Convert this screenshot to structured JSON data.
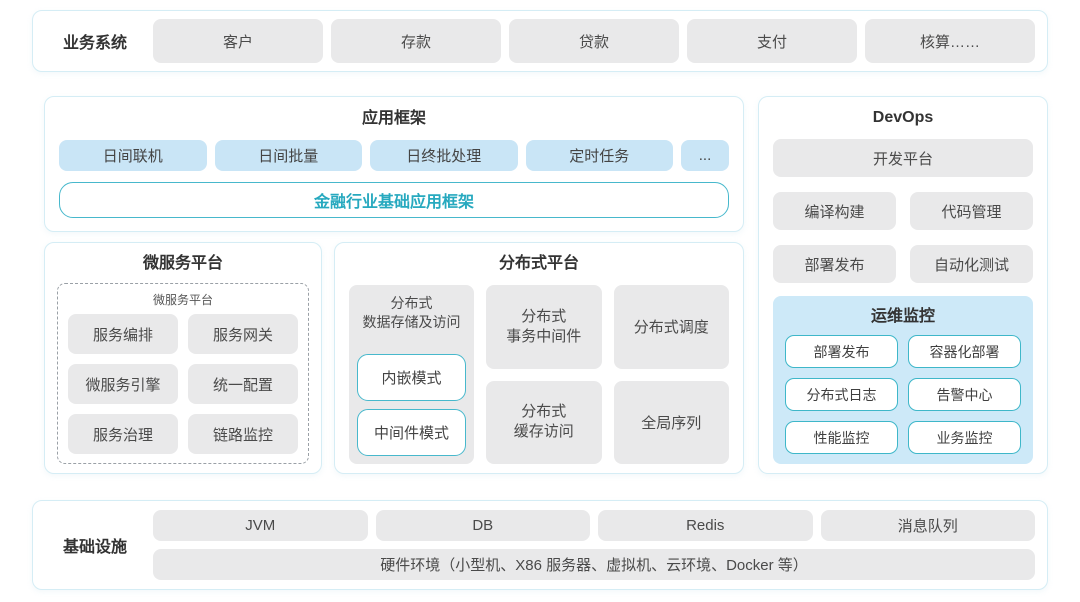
{
  "colors": {
    "panel_border": "#d5edf5",
    "gray_block": "#e9e9ea",
    "blue_block": "#c9e5f6",
    "teal_border": "#47b8cc",
    "teal_text": "#27a9bf",
    "monitor_bg": "#cde9f8",
    "title_text": "#333333",
    "block_text": "#4a4a4a"
  },
  "business": {
    "label": "业务系统",
    "items": [
      "客户",
      "存款",
      "贷款",
      "支付",
      "核算……"
    ]
  },
  "app_framework": {
    "title": "应用框架",
    "items": [
      "日间联机",
      "日间批量",
      "日终批处理",
      "定时任务",
      "..."
    ],
    "base": "金融行业基础应用框架"
  },
  "microservice": {
    "title": "微服务平台",
    "inner_title": "微服务平台",
    "items": [
      "服务编排",
      "服务网关",
      "微服务引擎",
      "统一配置",
      "服务治理",
      "链路监控"
    ]
  },
  "distributed": {
    "title": "分布式平台",
    "storage": {
      "label": "分布式\n数据存储及访问",
      "modes": [
        "内嵌模式",
        "中间件模式"
      ]
    },
    "col2": [
      "分布式\n事务中间件",
      "分布式\n缓存访问"
    ],
    "col3": [
      "分布式调度",
      "全局序列"
    ]
  },
  "devops": {
    "title": "DevOps",
    "platform": "开发平台",
    "items": [
      "编译构建",
      "代码管理",
      "部署发布",
      "自动化测试"
    ],
    "monitor": {
      "title": "运维监控",
      "items": [
        "部署发布",
        "容器化部署",
        "分布式日志",
        "告警中心",
        "性能监控",
        "业务监控"
      ]
    }
  },
  "infrastructure": {
    "label": "基础设施",
    "items": [
      "JVM",
      "DB",
      "Redis",
      "消息队列"
    ],
    "hardware": "硬件环境（小型机、X86 服务器、虚拟机、云环境、Docker 等）"
  }
}
